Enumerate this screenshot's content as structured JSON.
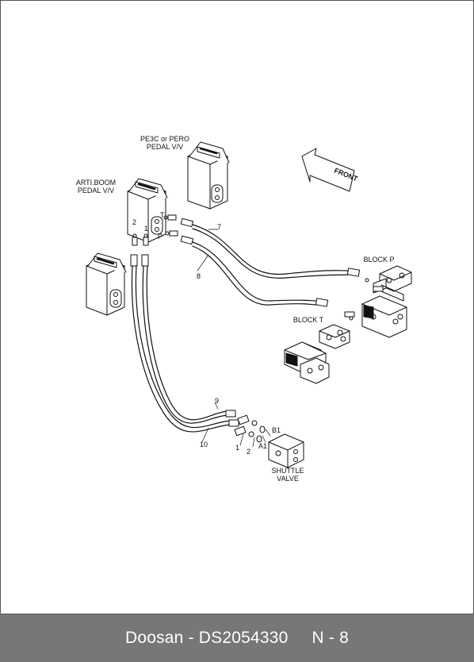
{
  "labels": {
    "pe3c_line1": "PE3C or PERO",
    "pe3c_line2": "PEDAL V/V",
    "arti_line1": "ARTI.BOOM",
    "arti_line2": "PEDAL V/V",
    "front": "FRONT",
    "block_p": "BLOCK P",
    "block_t": "BLOCK T",
    "shuttle_line1": "SHUTTLE",
    "shuttle_line2": "VALVE",
    "port_t": "T",
    "port_p": "P",
    "port_2": "2",
    "port_1": "1",
    "part_7": "7",
    "part_8": "8",
    "part_9": "9",
    "part_10": "10",
    "shuttle_1": "1",
    "shuttle_2": "2",
    "port_a1": "A1",
    "port_b1": "B1"
  },
  "footer": {
    "left": "Doosan - DS2054330",
    "right": "N - 8"
  },
  "colors": {
    "footer_bg": "#777777",
    "footer_text": "#ffffff",
    "line": "#111111"
  }
}
